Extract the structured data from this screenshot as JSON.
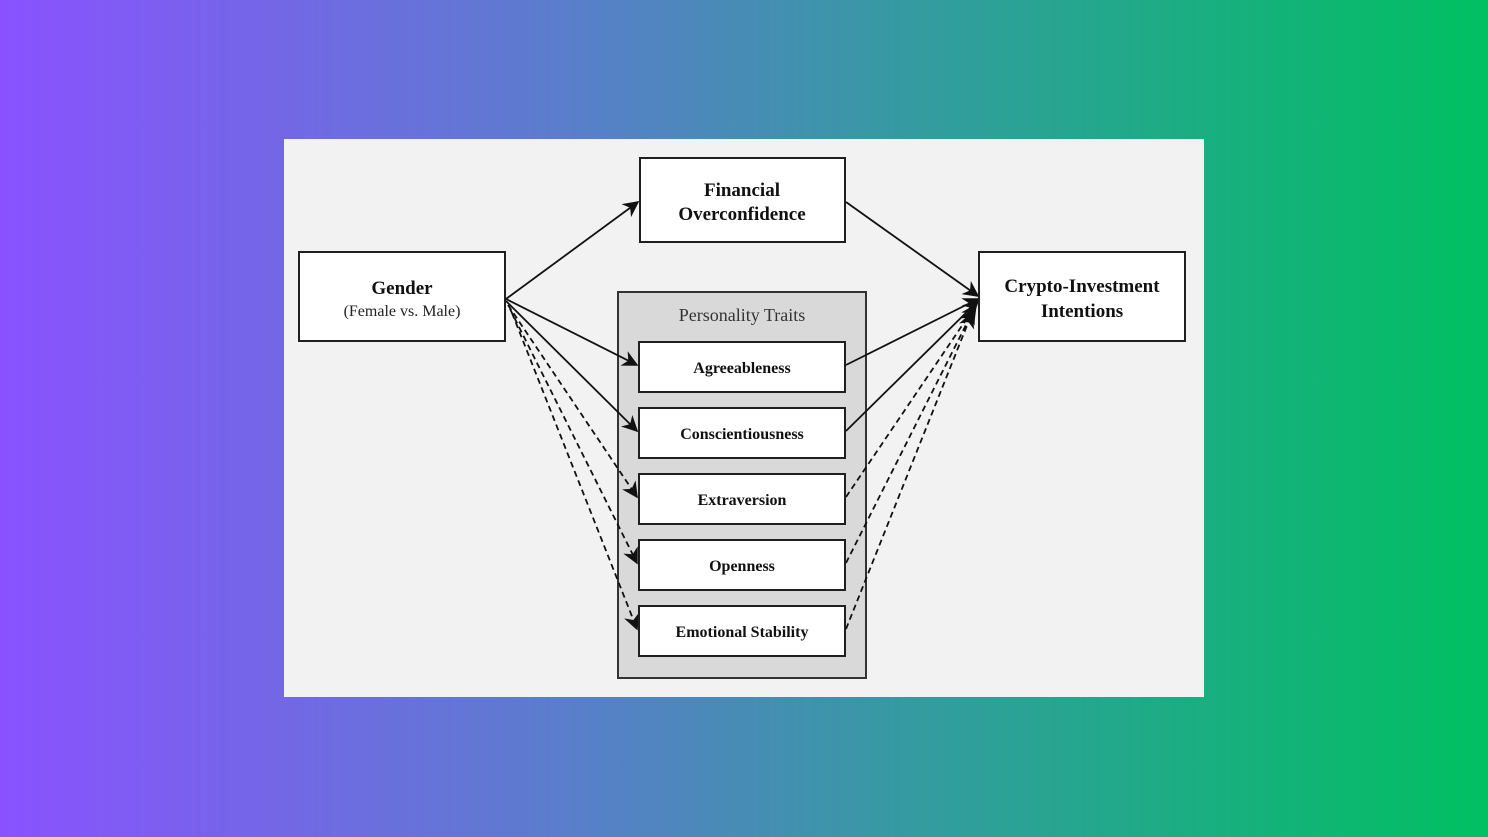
{
  "nodes": {
    "gender": {
      "title": "Gender",
      "subtitle": "(Female vs. Male)"
    },
    "financial": {
      "line1": "Financial",
      "line2": "Overconfidence"
    },
    "crypto": {
      "line1": "Crypto-Investment",
      "line2": "Intentions"
    }
  },
  "personality_group": {
    "label": "Personality Traits",
    "traits": [
      {
        "label": "Agreeableness",
        "link": "solid"
      },
      {
        "label": "Conscientiousness",
        "link": "solid"
      },
      {
        "label": "Extraversion",
        "link": "dashed"
      },
      {
        "label": "Openness",
        "link": "dashed"
      },
      {
        "label": "Emotional Stability",
        "link": "dashed"
      }
    ]
  },
  "edges": [
    {
      "from": "Gender",
      "to": "Financial Overconfidence",
      "style": "solid"
    },
    {
      "from": "Financial Overconfidence",
      "to": "Crypto-Investment Intentions",
      "style": "solid"
    },
    {
      "from": "Gender",
      "to": "Agreeableness",
      "style": "solid"
    },
    {
      "from": "Gender",
      "to": "Conscientiousness",
      "style": "solid"
    },
    {
      "from": "Gender",
      "to": "Extraversion",
      "style": "dashed"
    },
    {
      "from": "Gender",
      "to": "Openness",
      "style": "dashed"
    },
    {
      "from": "Gender",
      "to": "Emotional Stability",
      "style": "dashed"
    },
    {
      "from": "Agreeableness",
      "to": "Crypto-Investment Intentions",
      "style": "solid"
    },
    {
      "from": "Conscientiousness",
      "to": "Crypto-Investment Intentions",
      "style": "solid"
    },
    {
      "from": "Extraversion",
      "to": "Crypto-Investment Intentions",
      "style": "dashed"
    },
    {
      "from": "Openness",
      "to": "Crypto-Investment Intentions",
      "style": "dashed"
    },
    {
      "from": "Emotional Stability",
      "to": "Crypto-Investment Intentions",
      "style": "dashed"
    }
  ],
  "colors": {
    "background_gradient_start": "#8a52ff",
    "background_gradient_end": "#00c061",
    "panel": "#f2f2f2",
    "group_fill": "#d9d9d9",
    "node_fill": "#ffffff",
    "stroke": "#111111"
  }
}
